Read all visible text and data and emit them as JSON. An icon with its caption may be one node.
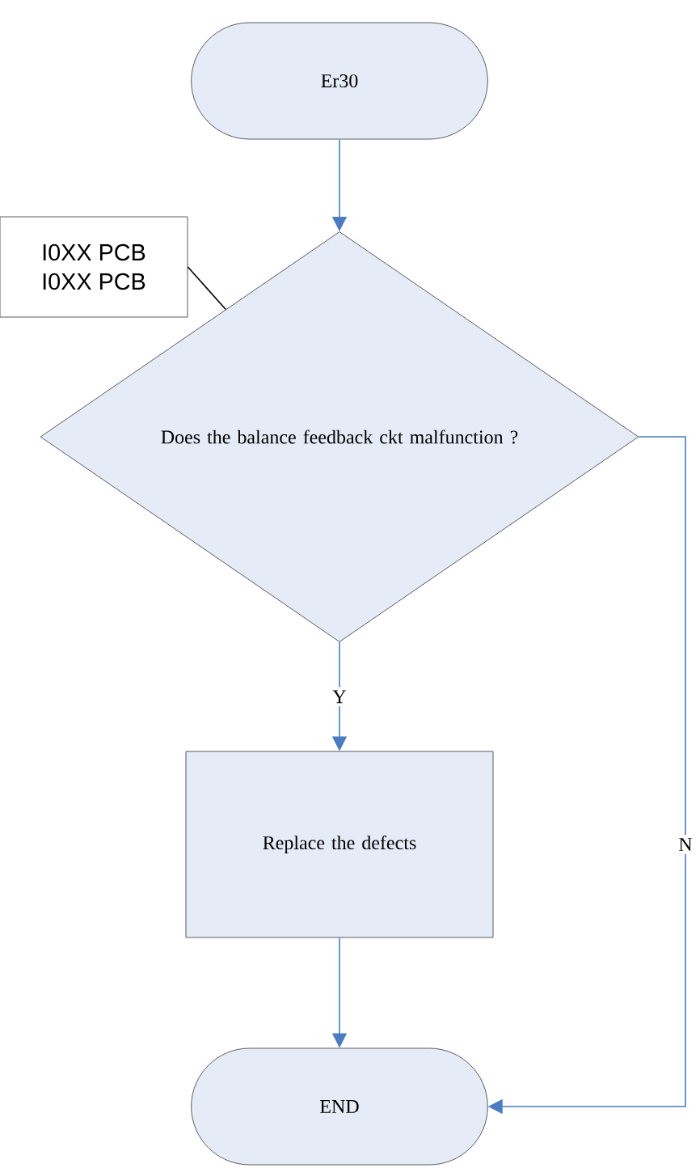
{
  "diagram": {
    "nodes": [
      {
        "text": [
          "Er30"
        ]
      },
      {
        "text": [
          "I0XX PCB",
          "I0XX PCB"
        ]
      },
      {
        "text": [
          "Does the balance feedback ckt malfunction ?"
        ]
      },
      {
        "text": [
          "Replace the defects"
        ]
      },
      {
        "text": [
          "END"
        ]
      }
    ],
    "edges": [
      {
        "from": 0,
        "to": 2,
        "arrow": "to"
      },
      {
        "from": 2,
        "to": 3,
        "arrow": "to",
        "label": "Y"
      },
      {
        "from": 3,
        "to": 4,
        "arrow": "to"
      },
      {
        "from": 2,
        "to": 4,
        "arrow": "to",
        "label": "N"
      },
      {
        "from": 1,
        "to": 2,
        "arrow": "none",
        "color": "#000000"
      }
    ]
  }
}
